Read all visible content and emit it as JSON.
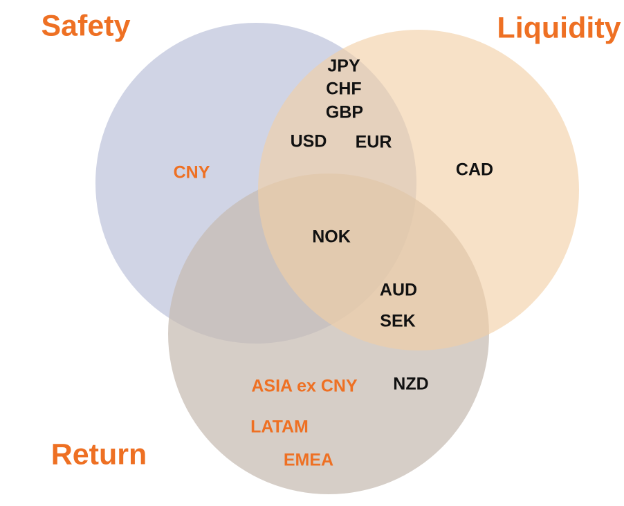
{
  "colors": {
    "safety_circle": "#c8cce0",
    "liquidity_circle": "#f2cfa4",
    "return_circle": "#c6bbb1",
    "title_text": "#ee7023",
    "item_text": "#111111",
    "highlight_text": "#ee7023"
  },
  "sets": {
    "safety": "Safety",
    "liquidity": "Liquidity",
    "return": "Return"
  },
  "items": {
    "jpy": "JPY",
    "chf": "CHF",
    "gbp": "GBP",
    "usd": "USD",
    "eur": "EUR",
    "cny": "CNY",
    "cad": "CAD",
    "nok": "NOK",
    "aud": "AUD",
    "sek": "SEK",
    "nzd": "NZD",
    "asia_ex_cny": "ASIA ex CNY",
    "latam": "LATAM",
    "emea": "EMEA"
  }
}
